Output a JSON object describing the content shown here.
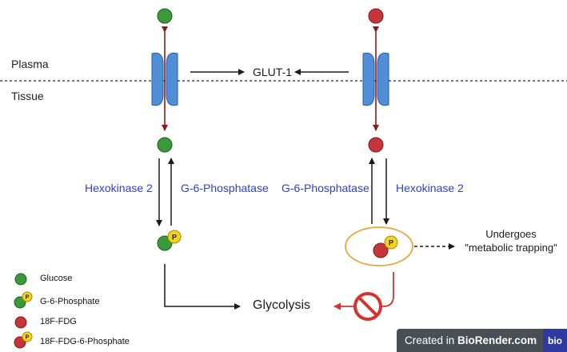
{
  "regions": {
    "top": "Plasma",
    "bottom": "Tissue"
  },
  "transporter": "GLUT-1",
  "enzymes": {
    "left_forward": "Hexokinase 2",
    "left_reverse": "G-6-Phosphatase",
    "right_reverse": "G-6-Phosphatase",
    "right_forward": "Hexokinase 2"
  },
  "phospho_symbol": "P",
  "trapping_label": {
    "line1": "Undergoes",
    "line2": "\"metabolic trapping\""
  },
  "outcome": "Glycolysis",
  "legend": [
    {
      "label": "Glucose",
      "color": "#3a9a3a",
      "phosphate": false
    },
    {
      "label": "G-6-Phosphate",
      "color": "#3a9a3a",
      "phosphate": true
    },
    {
      "label": "18F-FDG",
      "color": "#c7343a",
      "phosphate": false
    },
    {
      "label": "18F-FDG-6-Phosphate",
      "color": "#c7343a",
      "phosphate": true
    }
  ],
  "colors": {
    "glucose": "#3a9a3a",
    "fdg": "#c7343a",
    "phosphate": "#f5d21c",
    "transporter": "#4f8fd8",
    "membrane_arrow": "#8b1a1a",
    "enzyme_text": "#2b3fd6",
    "trap_ellipse": "#e8a73a",
    "block": "#d8322f"
  },
  "watermark": {
    "prefix": "Created in ",
    "brand": "BioRender.com",
    "logo": "bio"
  }
}
